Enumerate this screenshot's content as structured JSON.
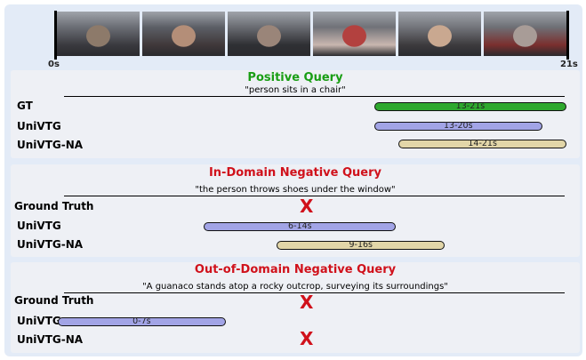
{
  "timeline": {
    "start_label": "0s",
    "end_label": "21s",
    "duration": 21,
    "frame_count": 6
  },
  "colors": {
    "positive_title": "#1a9e14",
    "negative_title": "#d0111b",
    "gt_bar": "#2ea82e",
    "univtg_bar": "#a2a4e6",
    "univtg_na_bar": "#e2d6a8",
    "cross": "#d0111b"
  },
  "sections": [
    {
      "title": "Positive Query",
      "title_color": "positive_title",
      "query": "\"person sits in a chair\"",
      "rows": [
        {
          "label": "GT",
          "kind": "gt",
          "start": 13,
          "end": 21,
          "text": "13-21s"
        },
        {
          "label": "UniVTG",
          "kind": "univtg",
          "start": 13,
          "end": 20,
          "text": "13-20s"
        },
        {
          "label": "UniVTG-NA",
          "kind": "univtg_na",
          "start": 14,
          "end": 21,
          "text": "14-21s"
        }
      ]
    },
    {
      "title": "In-Domain Negative Query",
      "title_color": "negative_title",
      "query": "\"the person throws shoes under the window\"",
      "rows": [
        {
          "label": "Ground Truth",
          "kind": "none",
          "cross": "X"
        },
        {
          "label": "UniVTG",
          "kind": "univtg",
          "start": 6,
          "end": 14,
          "text": "6-14s"
        },
        {
          "label": "UniVTG-NA",
          "kind": "univtg_na",
          "start": 9,
          "end": 16,
          "text": "9-16s"
        }
      ]
    },
    {
      "title": "Out-of-Domain Negative Query",
      "title_color": "negative_title",
      "query": "\"A guanaco stands atop a rocky outcrop, surveying its surroundings\"",
      "rows": [
        {
          "label": "Ground Truth",
          "kind": "none",
          "cross": "X"
        },
        {
          "label": "UniVTG",
          "kind": "univtg",
          "start": 0,
          "end": 7,
          "text": "0-7s"
        },
        {
          "label": "UniVTG-NA",
          "kind": "none",
          "cross": "X"
        }
      ]
    }
  ]
}
